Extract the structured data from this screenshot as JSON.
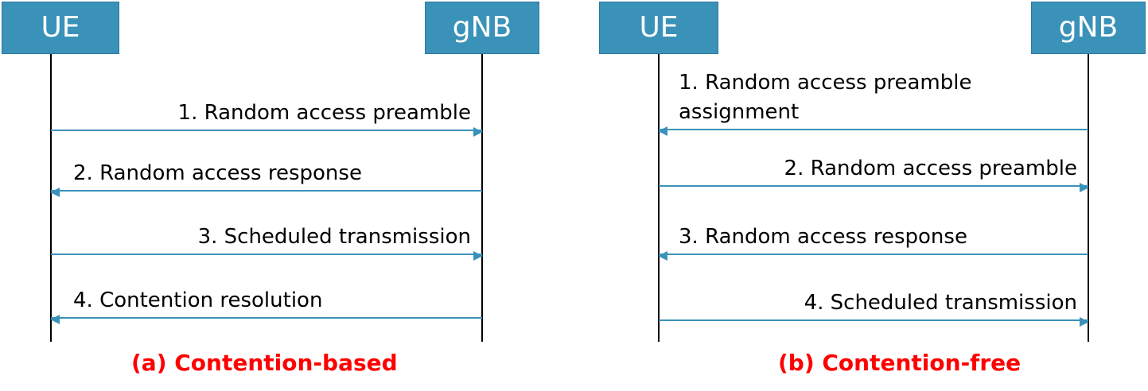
{
  "diagram_a": {
    "ue_label": "UE",
    "gnb_label": "gNB",
    "messages": [
      {
        "label": "1. Random access preamble",
        "direction": "UE→gNB"
      },
      {
        "label": "2. Random access response",
        "direction": "gNB→UE"
      },
      {
        "label": "3. Scheduled transmission",
        "direction": "UE→gNB"
      },
      {
        "label": "4. Contention resolution",
        "direction": "gNB→UE"
      }
    ],
    "caption": "(a) Contention-based"
  },
  "diagram_b": {
    "ue_label": "UE",
    "gnb_label": "gNB",
    "messages": [
      {
        "label_line1": "1. Random access preamble",
        "label_line2": "assignment",
        "direction": "gNB→UE"
      },
      {
        "label": "2. Random access preamble",
        "direction": "UE→gNB"
      },
      {
        "label": "3. Random access response",
        "direction": "gNB→UE"
      },
      {
        "label": "4. Scheduled transmission",
        "direction": "UE→gNB"
      }
    ],
    "caption": "(b) Contention-free"
  },
  "colors": {
    "node_fill": "#3a92b8",
    "arrow": "#3a92b8",
    "caption": "#ff0000",
    "lifeline": "#000000"
  }
}
